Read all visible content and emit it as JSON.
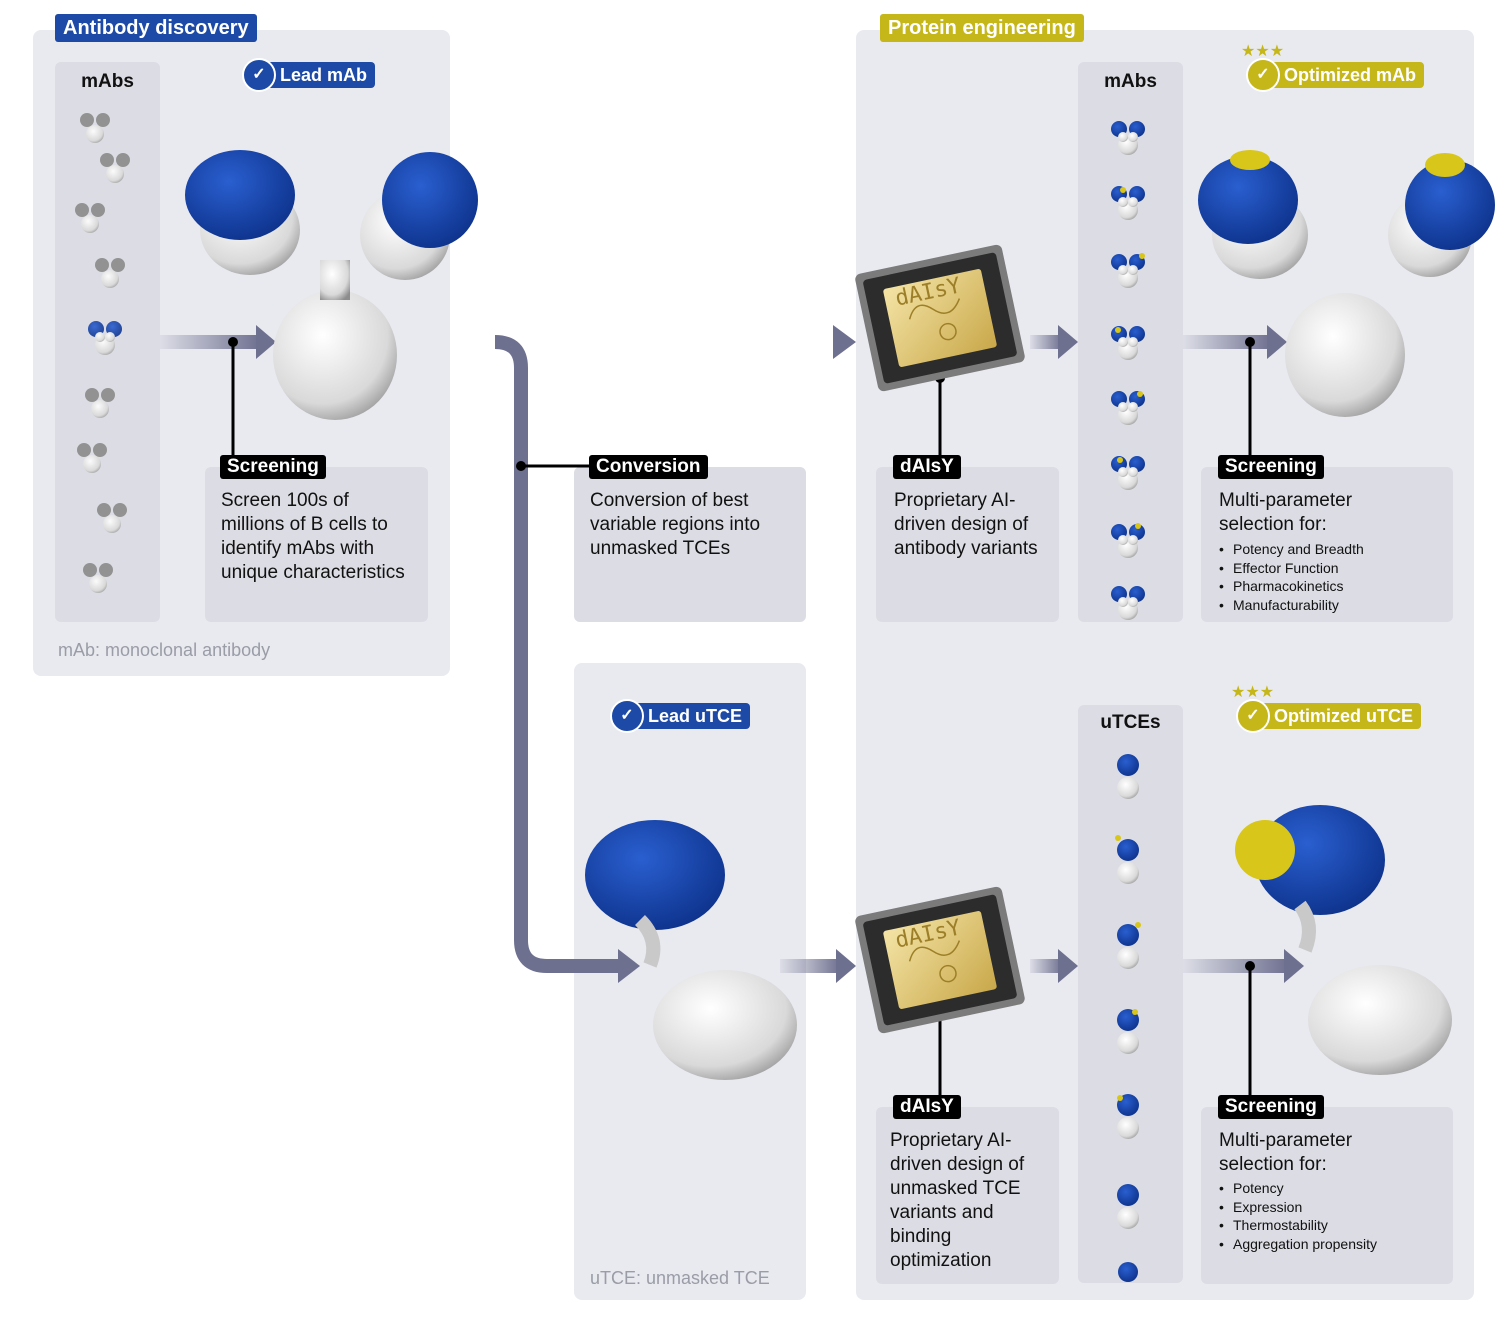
{
  "sections": {
    "antibody_discovery": {
      "title": "Antibody discovery",
      "color": "#1d4aa6"
    },
    "protein_engineering": {
      "title": "Protein engineering",
      "color": "#c5b61a"
    }
  },
  "discovery": {
    "column_title": "mAbs",
    "badge": "Lead mAb",
    "tag": "Screening",
    "description": "Screen 100s of millions of B cells to identify mAbs with unique characteristics",
    "footnote": "mAb: monoclonal antibody"
  },
  "conversion": {
    "tag": "Conversion",
    "description": "Conversion of best variable regions into unmasked TCEs"
  },
  "utce_lead": {
    "badge": "Lead uTCE",
    "footnote": "uTCE: unmasked TCE"
  },
  "engineering_mab": {
    "chip_label": "dAIsY",
    "tag": "dAIsY",
    "description": "Proprietary AI-driven design of antibody variants",
    "column_title": "mAbs",
    "badge": "Optimized mAb",
    "screen_tag": "Screening",
    "screen_intro": "Multi-parameter selection for:",
    "screen_bullets": [
      "Potency and Breadth",
      "Effector Function",
      "Pharmacokinetics",
      "Manufacturability"
    ]
  },
  "engineering_utce": {
    "chip_label": "dAIsY",
    "tag": "dAIsY",
    "description": "Proprietary AI-driven design of unmasked TCE variants and binding optimization",
    "column_title": "uTCEs",
    "badge": "Optimized uTCE",
    "screen_tag": "Screening",
    "screen_intro": "Multi-parameter selection for:",
    "screen_bullets": [
      "Potency",
      "Expression",
      "Thermostability",
      "Aggregation propensity"
    ]
  },
  "colors": {
    "blue": "#1d4aa6",
    "gold": "#c5b61a",
    "arrow": "#6e7090",
    "panel": "#e9eaf0"
  }
}
